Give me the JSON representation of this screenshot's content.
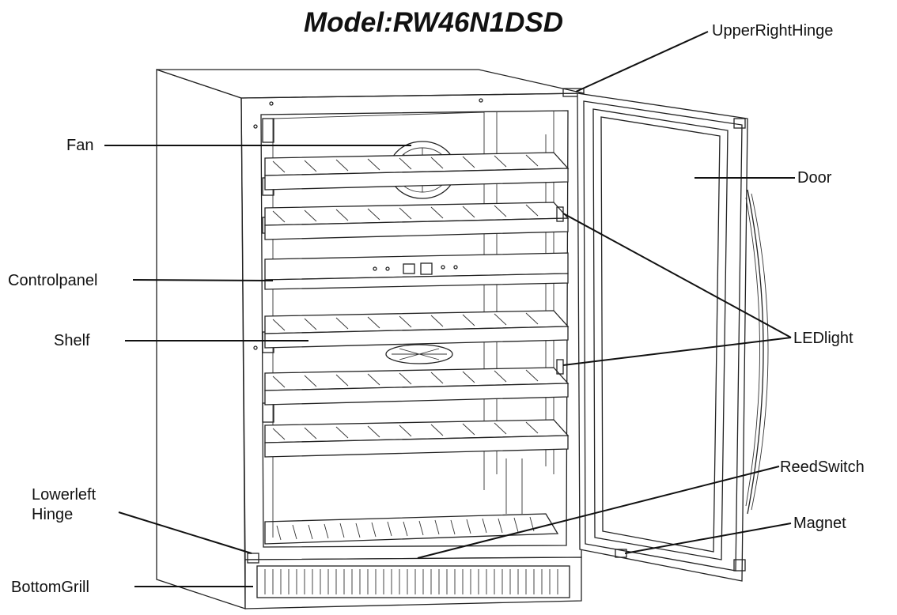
{
  "title": "Model:RW46N1DSD",
  "labels": {
    "upper_right_hinge": "UpperRightHinge",
    "fan": "Fan",
    "door": "Door",
    "control_panel": "Controlpanel",
    "shelf": "Shelf",
    "led_light": "LEDlight",
    "reed_switch": "ReedSwitch",
    "lower_left_hinge_line1": "Lowerleft",
    "lower_left_hinge_line2": "Hinge",
    "magnet": "Magnet",
    "bottom_grill": "BottomGrill"
  },
  "colors": {
    "line": "#111111",
    "background": "#ffffff"
  }
}
